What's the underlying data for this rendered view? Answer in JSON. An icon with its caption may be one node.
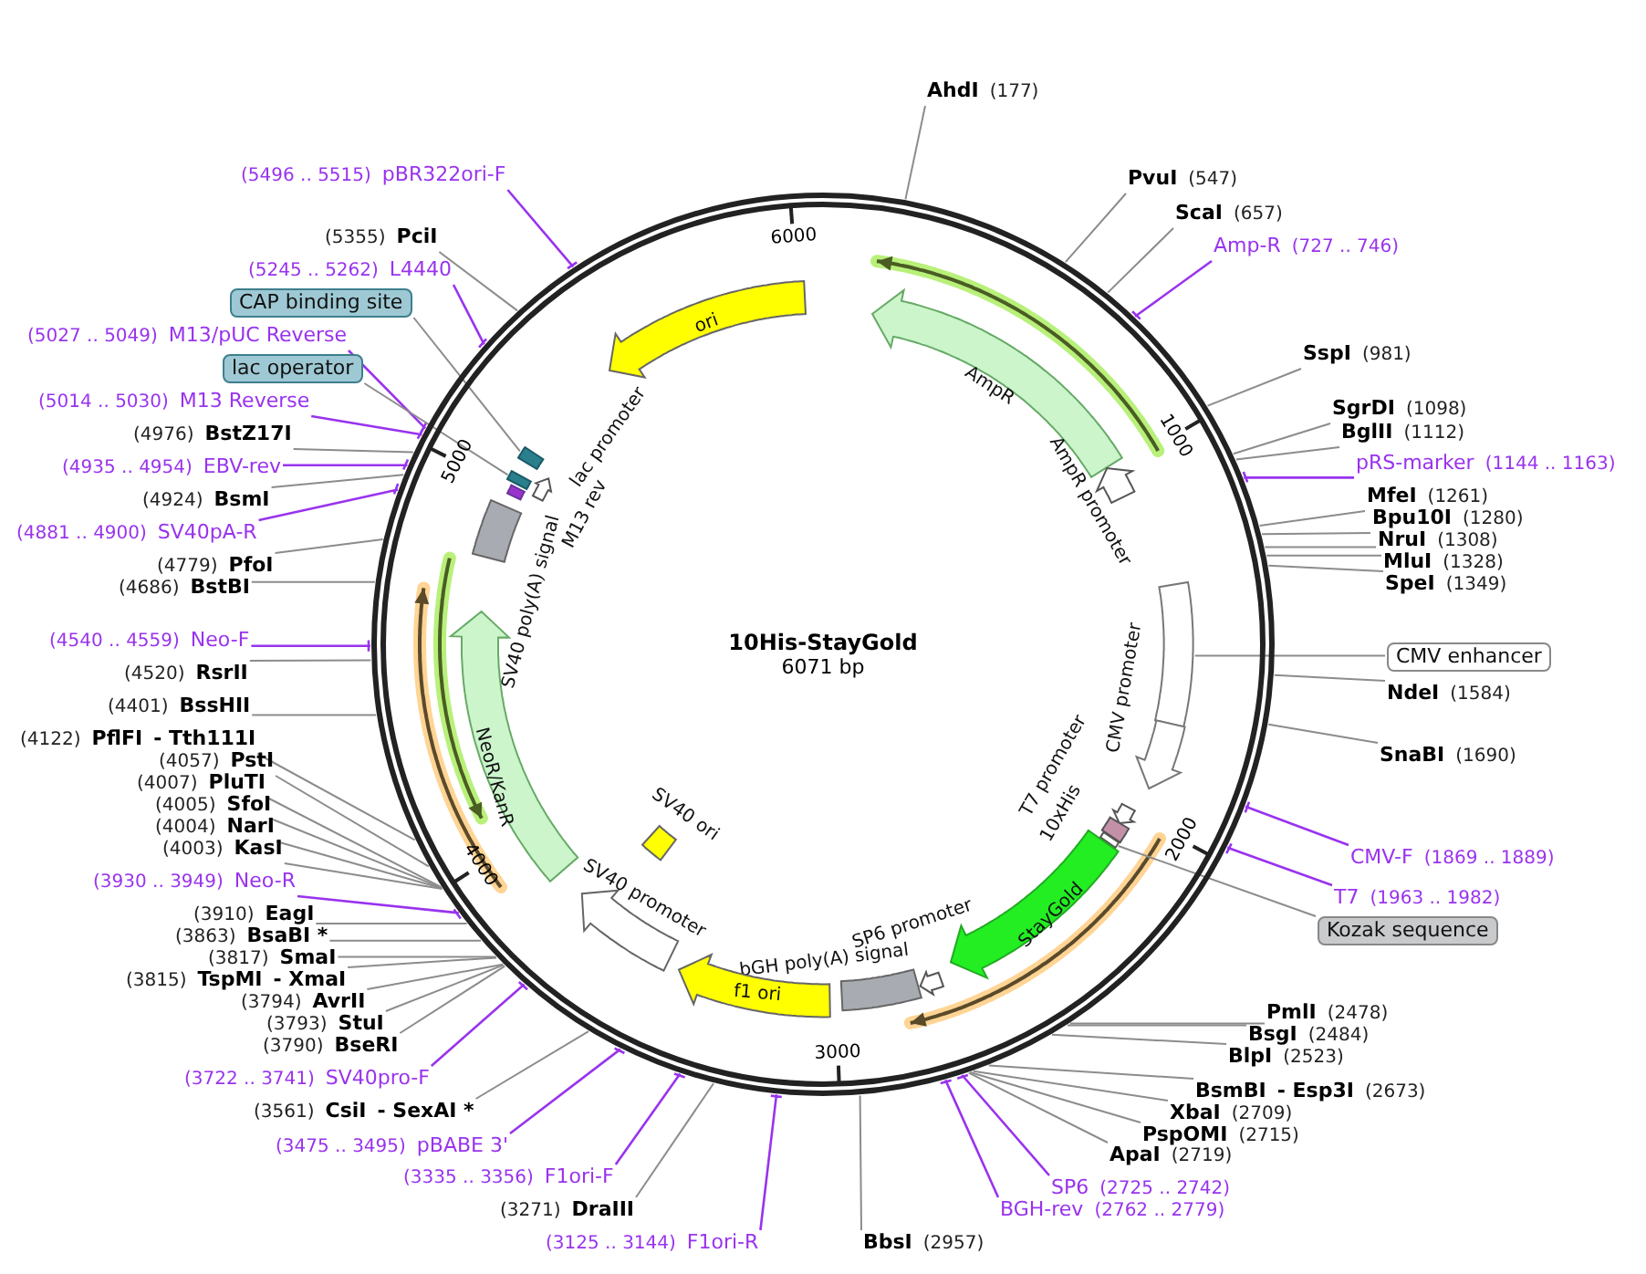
{
  "diagram": {
    "title": "10His-StayGold",
    "nodes": [
      {
        "text": [],
        "shape": "circle"
      },
      {
        "text": [
          "ori"
        ],
        "in": 0
      },
      {
        "text": [
          "AmpR"
        ],
        "in": 0
      },
      {
        "text": [
          "AmpR promoter"
        ],
        "in": 0
      },
      {
        "text": [],
        "shape": "box",
        "in": 0
      },
      {
        "text": [
          "CMV promoter"
        ],
        "in": 0
      },
      {
        "text": [
          "T7 promoter"
        ],
        "in": 0
      },
      {
        "text": [
          "10xHis"
        ],
        "in": 0
      },
      {
        "text": [],
        "shape": "box",
        "in": 0
      },
      {
        "text": [
          "StayGold"
        ],
        "in": 0
      },
      {
        "text": [
          "SP6 promoter"
        ],
        "in": 0
      },
      {
        "text": [
          "bGH poly(A) signal"
        ],
        "in": 0
      },
      {
        "text": [
          "f1 ori"
        ],
        "in": 0
      },
      {
        "text": [
          "SV40 promoter"
        ],
        "in": 0
      },
      {
        "text": [
          "SV40 ori"
        ],
        "in": 0
      },
      {
        "text": [
          "NeoR/KanR"
        ],
        "in": 0
      },
      {
        "text": [
          "SV40 poly(A) signal"
        ],
        "in": 0
      },
      {
        "text": [
          "M13 rev"
        ],
        "in": 0
      },
      {
        "text": [],
        "shape": "box",
        "in": 0
      },
      {
        "text": [
          "lac promoter"
        ],
        "in": 0
      },
      {
        "text": [],
        "shape": "box",
        "in": 0
      },
      {
        "text": [
          "CAP binding site"
        ]
      },
      {
        "text": [
          "lac operator"
        ]
      },
      {
        "text": [
          "CMV enhancer"
        ]
      },
      {
        "text": [
          "Kozak sequence"
        ]
      },
      {
        "text": [
          "AhdI",
          "(177)"
        ]
      },
      {
        "text": [
          "PvuI",
          "(547)"
        ]
      },
      {
        "text": [
          "ScaI",
          "(657)"
        ]
      },
      {
        "text": [
          "Amp-R",
          "(727 .. 746)"
        ]
      },
      {
        "text": [
          "SspI",
          "(981)"
        ]
      },
      {
        "text": [
          "SgrDI",
          "(1098)"
        ]
      },
      {
        "text": [
          "BglII",
          "(1112)"
        ]
      },
      {
        "text": [
          "pRS-marker",
          "(1144 .. 1163)"
        ]
      },
      {
        "text": [
          "MfeI",
          "(1261)"
        ]
      },
      {
        "text": [
          "Bpu10I",
          "(1280)"
        ]
      },
      {
        "text": [
          "NruI",
          "(1308)"
        ]
      },
      {
        "text": [
          "MluI",
          "(1328)"
        ]
      },
      {
        "text": [
          "SpeI",
          "(1349)"
        ]
      },
      {
        "text": [
          "NdeI",
          "(1584)"
        ]
      },
      {
        "text": [
          "SnaBI",
          "(1690)"
        ]
      },
      {
        "text": [
          "CMV-F",
          "(1869 .. 1889)"
        ]
      },
      {
        "text": [
          "T7",
          "(1963 .. 1982)"
        ]
      },
      {
        "text": [
          "PmlI",
          "(2478)"
        ]
      },
      {
        "text": [
          "BsgI",
          "(2484)"
        ]
      },
      {
        "text": [
          "BlpI",
          "(2523)"
        ]
      },
      {
        "text": [
          "BsmBI",
          "- Esp3I",
          "(2673)"
        ]
      },
      {
        "text": [
          "XbaI",
          "(2709)"
        ]
      },
      {
        "text": [
          "PspOMI",
          "(2715)"
        ]
      },
      {
        "text": [
          "ApaI",
          "(2719)"
        ]
      },
      {
        "text": [
          "SP6",
          "(2725 .. 2742)"
        ]
      },
      {
        "text": [
          "BGH-rev",
          "(2762 .. 2779)"
        ]
      },
      {
        "text": [
          "BbsI",
          "(2957)"
        ]
      },
      {
        "text": [
          "(3125 .. 3144)",
          "F1ori-R"
        ]
      },
      {
        "text": [
          "(3271)",
          "DraIII"
        ]
      },
      {
        "text": [
          "(3335 .. 3356)",
          "F1ori-F"
        ]
      },
      {
        "text": [
          "(3475 .. 3495)",
          "pBABE 3'"
        ]
      },
      {
        "text": [
          "(3561)",
          "CsiI",
          "- SexAI *"
        ]
      },
      {
        "text": [
          "(3722 .. 3741)",
          "SV40pro-F"
        ]
      },
      {
        "text": [
          "(3790)",
          "BseRI"
        ]
      },
      {
        "text": [
          "(3793)",
          "StuI"
        ]
      },
      {
        "text": [
          "(3794)",
          "AvrII"
        ]
      },
      {
        "text": [
          "(3815)",
          "TspMI",
          "- XmaI"
        ]
      },
      {
        "text": [
          "(3817)",
          "SmaI"
        ]
      },
      {
        "text": [
          "(3863)",
          "BsaBI *"
        ]
      },
      {
        "text": [
          "(3910)",
          "EagI"
        ]
      },
      {
        "text": [
          "(3930 .. 3949)",
          "Neo-R"
        ]
      },
      {
        "text": [
          "(4003)",
          "KasI"
        ]
      },
      {
        "text": [
          "(4004)",
          "NarI"
        ]
      },
      {
        "text": [
          "(4005)",
          "SfoI"
        ]
      },
      {
        "text": [
          "(4007)",
          "PluTI"
        ]
      },
      {
        "text": [
          "(4057)",
          "PstI"
        ]
      },
      {
        "text": [
          "(4122)",
          "PflFI",
          "- Tth111I"
        ]
      },
      {
        "text": [
          "(4401)",
          "BssHII"
        ]
      },
      {
        "text": [
          "(4520)",
          "RsrII"
        ]
      },
      {
        "text": [
          "(4540 .. 4559)",
          "Neo-F"
        ]
      },
      {
        "text": [
          "(4686)",
          "BstBI"
        ]
      },
      {
        "text": [
          "(4779)",
          "PfoI"
        ]
      },
      {
        "text": [
          "(4881 .. 4900)",
          "SV40pA-R"
        ]
      },
      {
        "text": [
          "(4924)",
          "BsmI"
        ]
      },
      {
        "text": [
          "(4935 .. 4954)",
          "EBV-rev"
        ]
      },
      {
        "text": [
          "(4976)",
          "BstZ17I"
        ]
      },
      {
        "text": [
          "(5014 .. 5030)",
          "M13 Reverse"
        ]
      },
      {
        "text": [
          "(5027 .. 5049)",
          "M13/pUC Reverse"
        ]
      },
      {
        "text": [
          "(5245 .. 5262)",
          "L4440"
        ]
      },
      {
        "text": [
          "(5355)",
          "PciI"
        ]
      },
      {
        "text": [
          "(5496 .. 5515)",
          "pBR322ori-F"
        ]
      }
    ],
    "edges": [
      {
        "from": 25,
        "to": 0,
        "arrow": "none"
      },
      {
        "from": 26,
        "to": 0,
        "arrow": "none"
      },
      {
        "from": 27,
        "to": 0,
        "arrow": "none"
      },
      {
        "from": 28,
        "to": 0,
        "arrow": "none",
        "color": "#9933ee"
      },
      {
        "from": 29,
        "to": 0,
        "arrow": "none"
      },
      {
        "from": 30,
        "to": 0,
        "arrow": "none"
      },
      {
        "from": 31,
        "to": 0,
        "arrow": "none"
      },
      {
        "from": 32,
        "to": 0,
        "arrow": "none",
        "color": "#9933ee"
      },
      {
        "from": 33,
        "to": 0,
        "arrow": "none"
      },
      {
        "from": 34,
        "to": 0,
        "arrow": "none"
      },
      {
        "from": 35,
        "to": 0,
        "arrow": "none"
      },
      {
        "from": 36,
        "to": 0,
        "arrow": "none"
      },
      {
        "from": 37,
        "to": 0,
        "arrow": "none"
      },
      {
        "from": 38,
        "to": 0,
        "arrow": "none"
      },
      {
        "from": 39,
        "to": 0,
        "arrow": "none"
      },
      {
        "from": 40,
        "to": 0,
        "arrow": "none",
        "color": "#9933ee"
      },
      {
        "from": 41,
        "to": 0,
        "arrow": "none",
        "color": "#9933ee"
      },
      {
        "from": 42,
        "to": 0,
        "arrow": "none"
      },
      {
        "from": 43,
        "to": 0,
        "arrow": "none"
      },
      {
        "from": 44,
        "to": 0,
        "arrow": "none"
      },
      {
        "from": 45,
        "to": 0,
        "arrow": "none"
      },
      {
        "from": 46,
        "to": 0,
        "arrow": "none"
      },
      {
        "from": 47,
        "to": 0,
        "arrow": "none"
      },
      {
        "from": 48,
        "to": 0,
        "arrow": "none"
      },
      {
        "from": 49,
        "to": 0,
        "arrow": "none",
        "color": "#9933ee"
      },
      {
        "from": 50,
        "to": 0,
        "arrow": "none",
        "color": "#9933ee"
      },
      {
        "from": 51,
        "to": 0,
        "arrow": "none"
      },
      {
        "from": 52,
        "to": 0,
        "arrow": "none",
        "color": "#9933ee"
      },
      {
        "from": 53,
        "to": 0,
        "arrow": "none"
      },
      {
        "from": 54,
        "to": 0,
        "arrow": "none",
        "color": "#9933ee"
      },
      {
        "from": 55,
        "to": 0,
        "arrow": "none",
        "color": "#9933ee"
      },
      {
        "from": 56,
        "to": 0,
        "arrow": "none"
      },
      {
        "from": 57,
        "to": 0,
        "arrow": "none",
        "color": "#9933ee"
      },
      {
        "from": 58,
        "to": 0,
        "arrow": "none"
      },
      {
        "from": 59,
        "to": 0,
        "arrow": "none"
      },
      {
        "from": 60,
        "to": 0,
        "arrow": "none"
      },
      {
        "from": 61,
        "to": 0,
        "arrow": "none"
      },
      {
        "from": 62,
        "to": 0,
        "arrow": "none"
      },
      {
        "from": 63,
        "to": 0,
        "arrow": "none"
      },
      {
        "from": 64,
        "to": 0,
        "arrow": "none"
      },
      {
        "from": 65,
        "to": 0,
        "arrow": "none",
        "color": "#9933ee"
      },
      {
        "from": 66,
        "to": 0,
        "arrow": "none"
      },
      {
        "from": 67,
        "to": 0,
        "arrow": "none"
      },
      {
        "from": 68,
        "to": 0,
        "arrow": "none"
      },
      {
        "from": 69,
        "to": 0,
        "arrow": "none"
      },
      {
        "from": 70,
        "to": 0,
        "arrow": "none"
      },
      {
        "from": 71,
        "to": 0,
        "arrow": "none"
      },
      {
        "from": 72,
        "to": 0,
        "arrow": "none"
      },
      {
        "from": 73,
        "to": 0,
        "arrow": "none"
      },
      {
        "from": 74,
        "to": 0,
        "arrow": "none",
        "color": "#9933ee"
      },
      {
        "from": 75,
        "to": 0,
        "arrow": "none"
      },
      {
        "from": 76,
        "to": 0,
        "arrow": "none"
      },
      {
        "from": 77,
        "to": 0,
        "arrow": "none",
        "color": "#9933ee"
      },
      {
        "from": 78,
        "to": 0,
        "arrow": "none"
      },
      {
        "from": 79,
        "to": 0,
        "arrow": "none",
        "color": "#9933ee"
      },
      {
        "from": 80,
        "to": 0,
        "arrow": "none"
      },
      {
        "from": 81,
        "to": 0,
        "arrow": "none",
        "color": "#9933ee"
      },
      {
        "from": 82,
        "to": 0,
        "arrow": "none",
        "color": "#9933ee"
      },
      {
        "from": 83,
        "to": 0,
        "arrow": "none",
        "color": "#9933ee"
      },
      {
        "from": 84,
        "to": 0,
        "arrow": "none"
      },
      {
        "from": 85,
        "to": 0,
        "arrow": "none",
        "color": "#9933ee"
      },
      {
        "from": 21,
        "to": 20,
        "arrow": "none"
      },
      {
        "from": 22,
        "to": 18,
        "arrow": "none"
      },
      {
        "from": 23,
        "to": 4,
        "arrow": "none"
      },
      {
        "from": 24,
        "to": 8,
        "arrow": "none"
      }
    ],
    "labels": [
      "6071 bp",
      "1000",
      "2000",
      "3000",
      "4000",
      "5000",
      "6000"
    ]
  }
}
